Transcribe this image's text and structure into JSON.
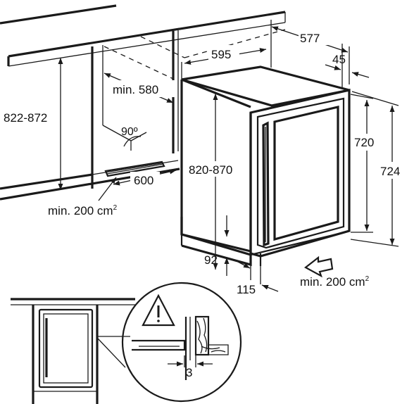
{
  "dimensions": {
    "niche_height": "822-872",
    "niche_depth_min": "min. 580",
    "door_angle": "90º",
    "niche_width": "600",
    "vent_area_left": "min. 200 cm",
    "vent_area_left_sup": "2",
    "appliance_width": "595",
    "appliance_depth": "577",
    "door_thickness": "45",
    "appliance_height": "820-870",
    "body_height": "720",
    "total_height": "724",
    "plinth_height": "92",
    "plinth_depth": "115",
    "vent_area_right": "min. 200 cm",
    "vent_area_right_sup": "2",
    "gap": "3"
  },
  "icons": {
    "warning": "warning-triangle-icon"
  },
  "colors": {
    "line": "#1a1a1a",
    "background": "#ffffff"
  }
}
